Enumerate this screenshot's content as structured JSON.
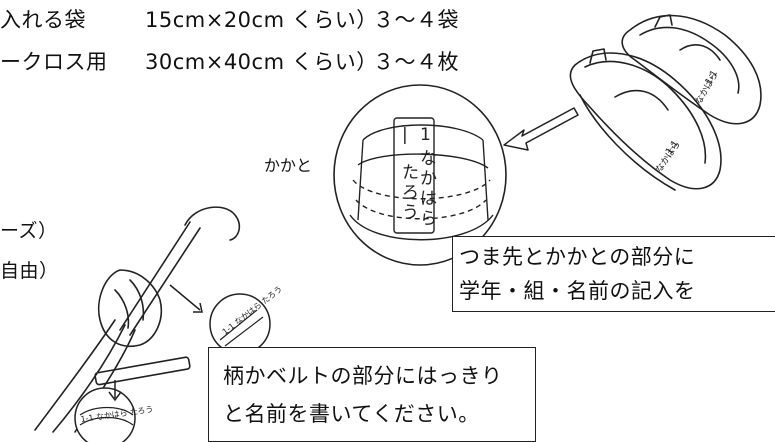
{
  "rows": [
    {
      "name": "入れる袋",
      "size": "15cm×20cm くらい）",
      "qty": "３～４袋"
    },
    {
      "name": "ークロス用",
      "size": "30cm×40cm くらい）",
      "qty": "３～４枚"
    }
  ],
  "left_fragments": {
    "line1": "ーズ）",
    "line2": "自由）"
  },
  "labels": {
    "kakato": "かかと",
    "shoe_name_grade": "1-1",
    "shoe_name_1": "なかはら",
    "shoe_name_2": "たろう",
    "umbrella_tag": "1-1 なかはら たろう"
  },
  "notes": {
    "shoes": {
      "line1": "つま先とかかとの部分に",
      "line2": "学年・組・名前の記入を"
    },
    "umbrella": {
      "line1": "柄かベルトの部分にはっきり",
      "line2": "と名前を書いてください。"
    }
  }
}
